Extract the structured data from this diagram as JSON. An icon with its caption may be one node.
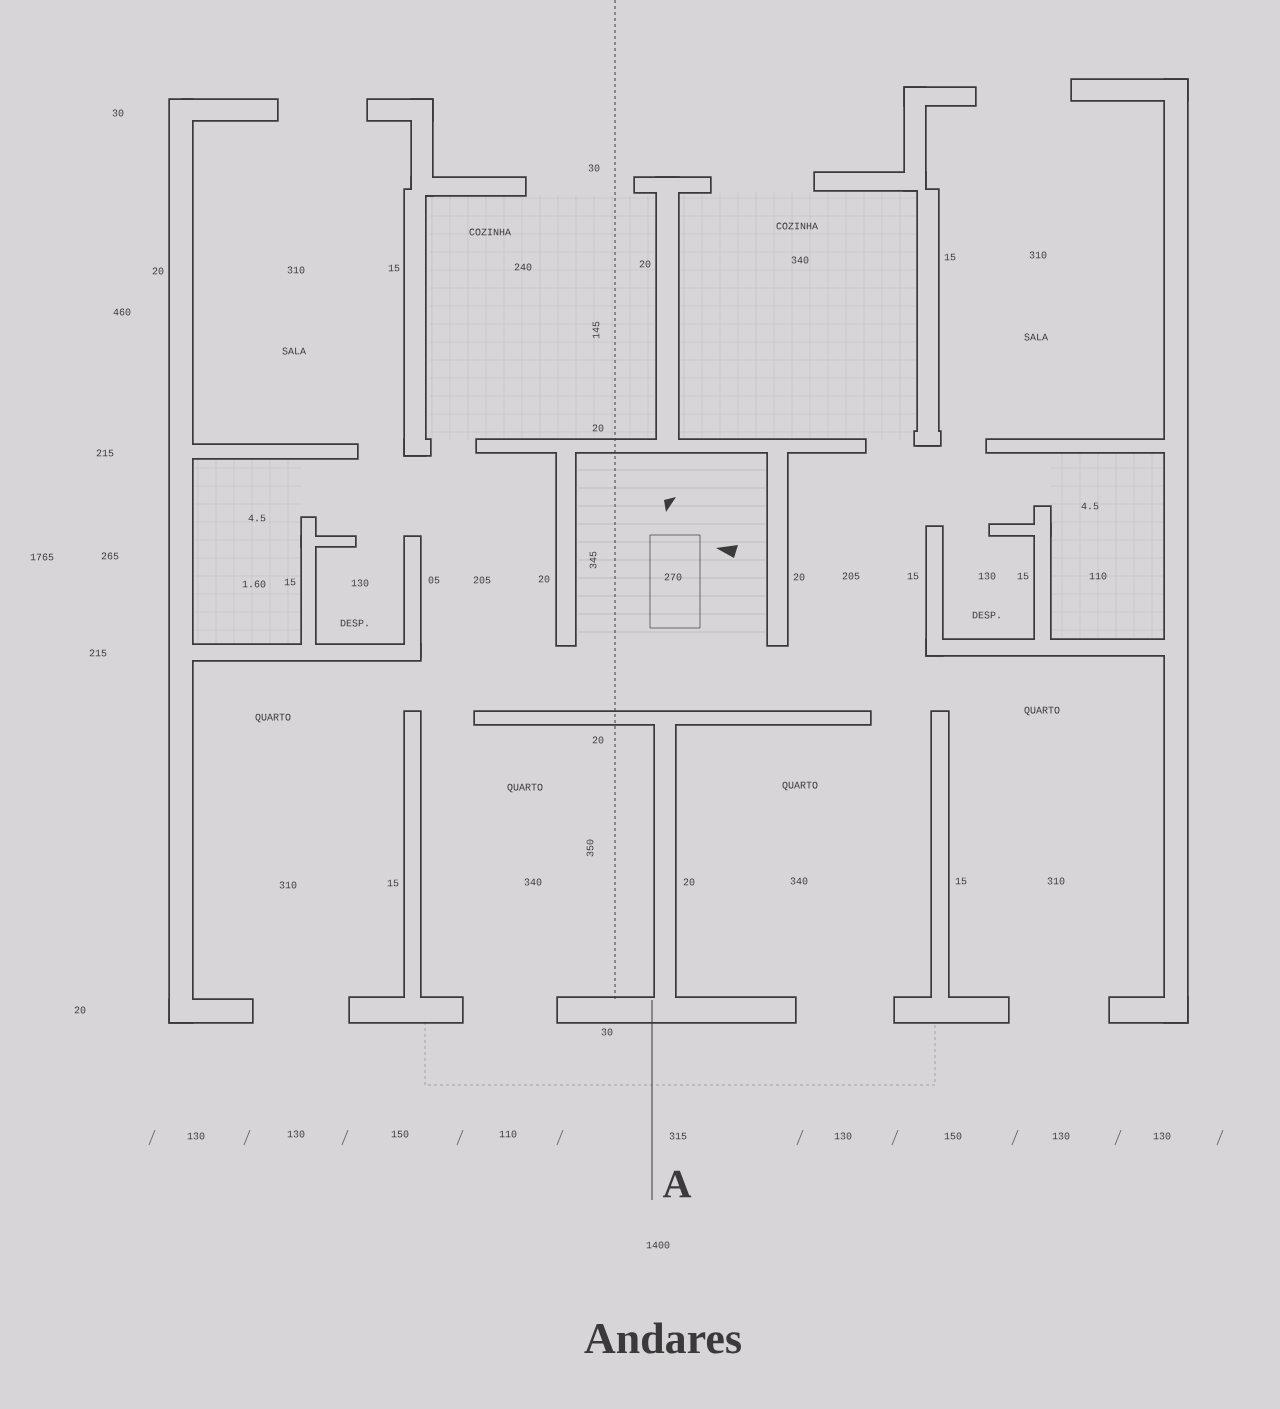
{
  "diagram": {
    "title": "Andares",
    "labels": [
      "30",
      "30",
      "COZINHA",
      "COZINHA",
      "20",
      "310",
      "15",
      "240",
      "20",
      "340",
      "15",
      "310",
      "460",
      "145",
      "SALA",
      "SALA",
      "20",
      "215",
      "4.5",
      "4.5",
      "1765",
      "265",
      "345",
      "1.60",
      "15",
      "130",
      "05",
      "205",
      "20",
      "270",
      "20",
      "205",
      "15",
      "130",
      "15",
      "110",
      "DESP.",
      "DESP.",
      "215",
      "QUARTO",
      "QUARTO",
      "20",
      "QUARTO",
      "QUARTO",
      "350",
      "310",
      "15",
      "340",
      "20",
      "340",
      "15",
      "310",
      "20",
      "30",
      "130",
      "130",
      "150",
      "110",
      "315",
      "130",
      "150",
      "130",
      "130",
      "A",
      "1400"
    ]
  }
}
